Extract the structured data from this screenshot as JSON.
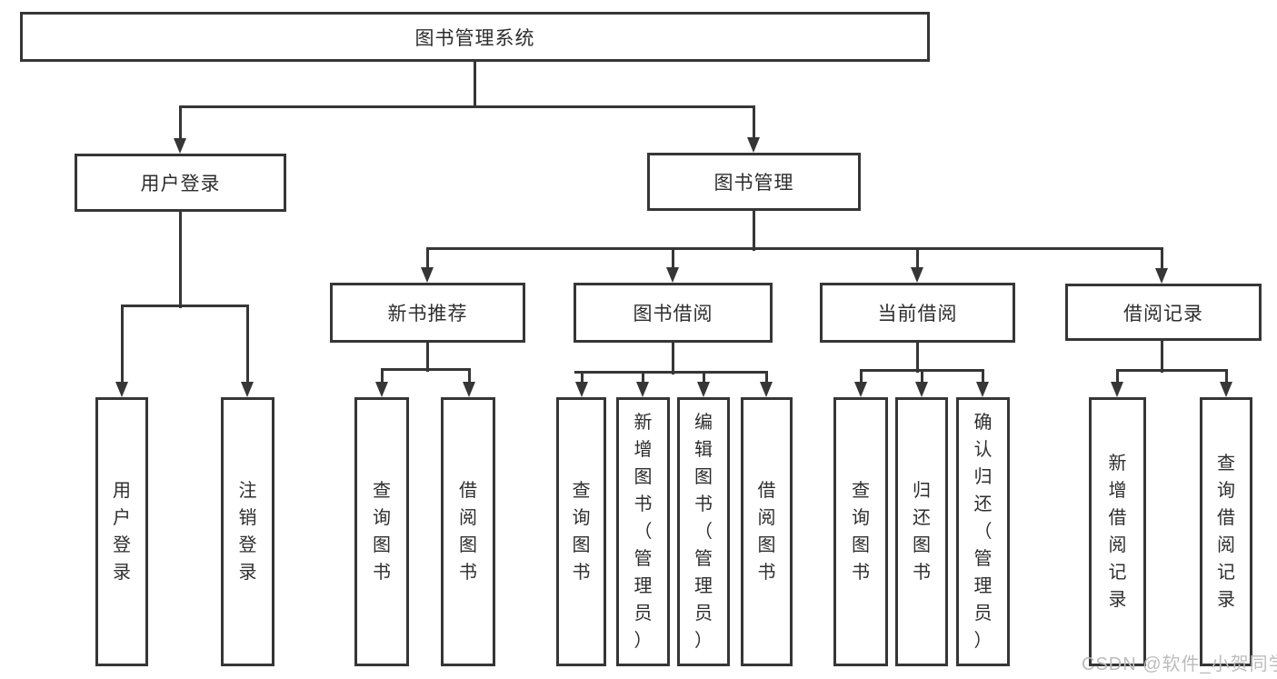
{
  "tree": {
    "root": "图书管理系统",
    "branches": [
      {
        "label": "用户登录",
        "children": [
          "用户登录",
          "注销登录"
        ]
      },
      {
        "label": "图书管理",
        "children": [
          {
            "label": "新书推荐",
            "children": [
              "查询图书",
              "借阅图书"
            ]
          },
          {
            "label": "图书借阅",
            "children": [
              "查询图书",
              "新增图书（管理员）",
              "编辑图书（管理员）",
              "借阅图书"
            ]
          },
          {
            "label": "当前借阅",
            "children": [
              "查询图书",
              "归还图书",
              "确认归还（管理员）"
            ]
          },
          {
            "label": "借阅记录",
            "children": [
              "新增借阅记录",
              "查询借阅记录"
            ]
          }
        ]
      }
    ]
  },
  "watermark": "CSDN @软件_小贺同学",
  "colors": {
    "line": "#363636",
    "text": "#2e2e2e",
    "background": "#ffffff",
    "watermark": "#bcbcbc"
  }
}
